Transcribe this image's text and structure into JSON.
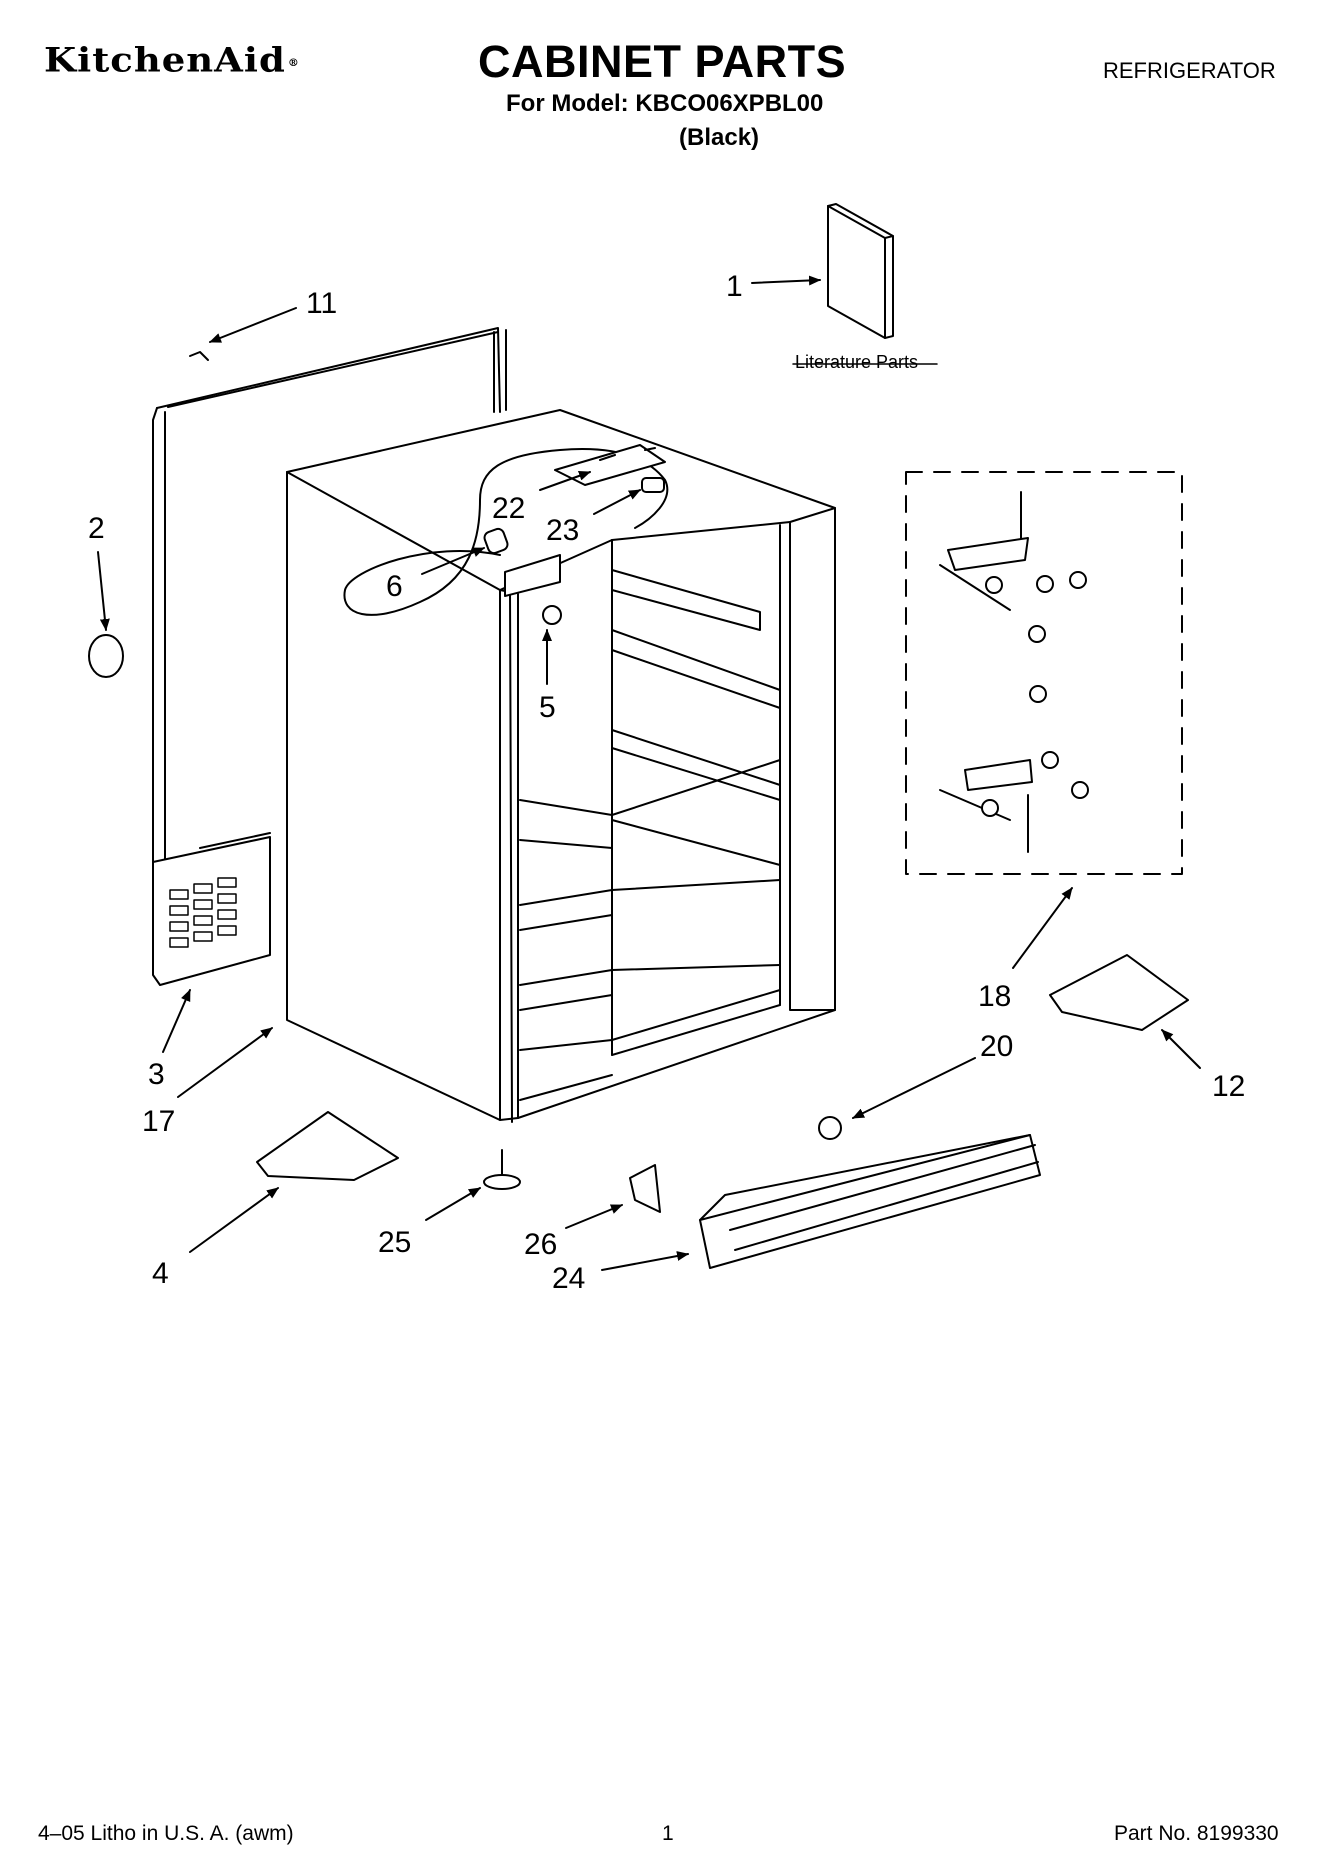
{
  "header": {
    "brand": "KitchenAid",
    "brand_mark": "®",
    "title": "CABINET PARTS",
    "model_line": "For Model: KBCO06XPBL00",
    "color_line": "(Black)",
    "appliance": "REFRIGERATOR"
  },
  "diagram": {
    "literature_label": "Literature Parts",
    "callouts": {
      "c1": "1",
      "c2": "2",
      "c3": "3",
      "c4": "4",
      "c5": "5",
      "c6": "6",
      "c11": "11",
      "c12": "12",
      "c17": "17",
      "c18": "18",
      "c20": "20",
      "c22": "22",
      "c23": "23",
      "c24": "24",
      "c25": "25",
      "c26": "26"
    }
  },
  "footer": {
    "left": "4–05 Litho in U.S. A. (awm)",
    "center": "1",
    "right": "Part No. 8199330"
  }
}
